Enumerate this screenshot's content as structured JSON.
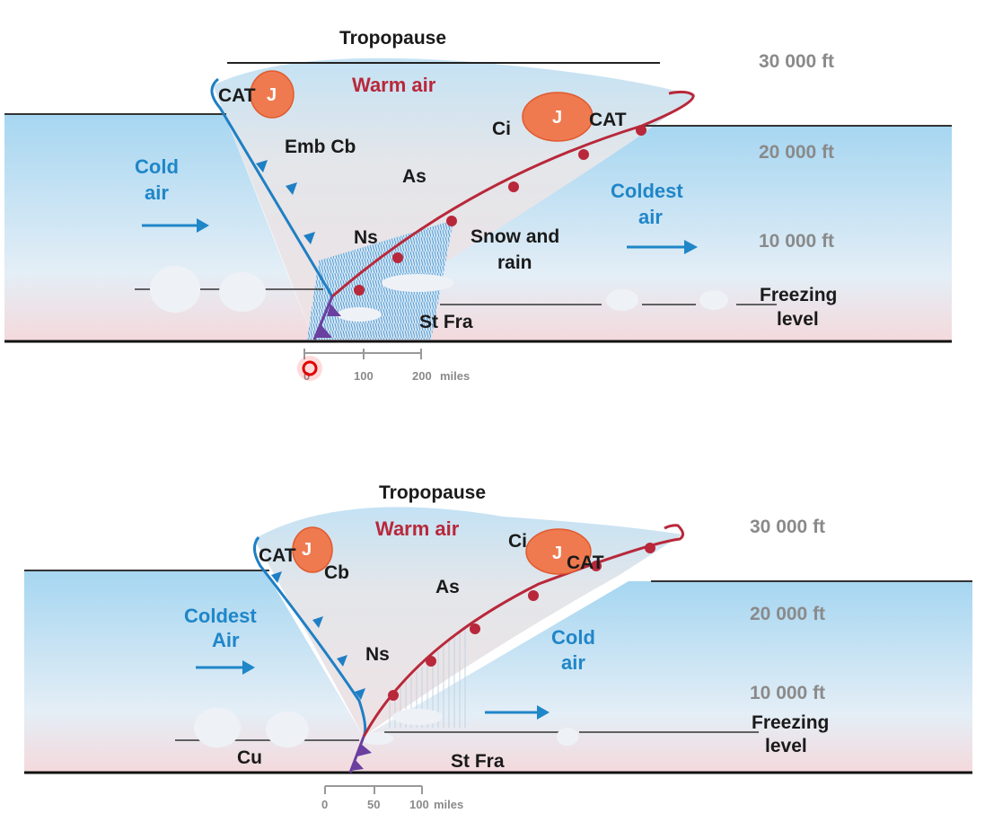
{
  "colors": {
    "cold_front": "#1f7fc4",
    "warm_front": "#b8283a",
    "occluded": "#6a3fa0",
    "jet": "#ef7a4f",
    "sky": "#a9d8f2"
  },
  "top_diagram": {
    "tropopause": "Tropopause",
    "warm_air": "Warm air",
    "cat_left": "CAT",
    "jet_left": "J",
    "cat_right": "CAT",
    "jet_right": "J",
    "ci": "Ci",
    "emb_cb": "Emb Cb",
    "as": "As",
    "ns": "Ns",
    "snow_rain_1": "Snow and",
    "snow_rain_2": "rain",
    "cold_air_1": "Cold",
    "cold_air_2": "air",
    "coldest_air_1": "Coldest",
    "coldest_air_2": "air",
    "st_fra": "St Fra",
    "freezing_1": "Freezing",
    "freezing_2": "level",
    "alt_30": "30 000 ft",
    "alt_20": "20 000 ft",
    "alt_10": "10 000 ft",
    "scale": {
      "t0": "0",
      "t1": "100",
      "t2": "200",
      "unit": "miles"
    }
  },
  "bottom_diagram": {
    "tropopause": "Tropopause",
    "warm_air": "Warm air",
    "cat_left": "CAT",
    "jet_left": "J",
    "cb": "Cb",
    "cat_right": "CAT",
    "jet_right": "J",
    "ci": "Ci",
    "as": "As",
    "ns": "Ns",
    "coldest_air_1": "Coldest",
    "coldest_air_2": "Air",
    "cold_air_1": "Cold",
    "cold_air_2": "air",
    "cu": "Cu",
    "st_fra": "St Fra",
    "freezing_1": "Freezing",
    "freezing_2": "level",
    "alt_30": "30 000 ft",
    "alt_20": "20 000 ft",
    "alt_10": "10 000 ft",
    "scale": {
      "t0": "0",
      "t1": "50",
      "t2": "100",
      "unit": "miles"
    }
  }
}
